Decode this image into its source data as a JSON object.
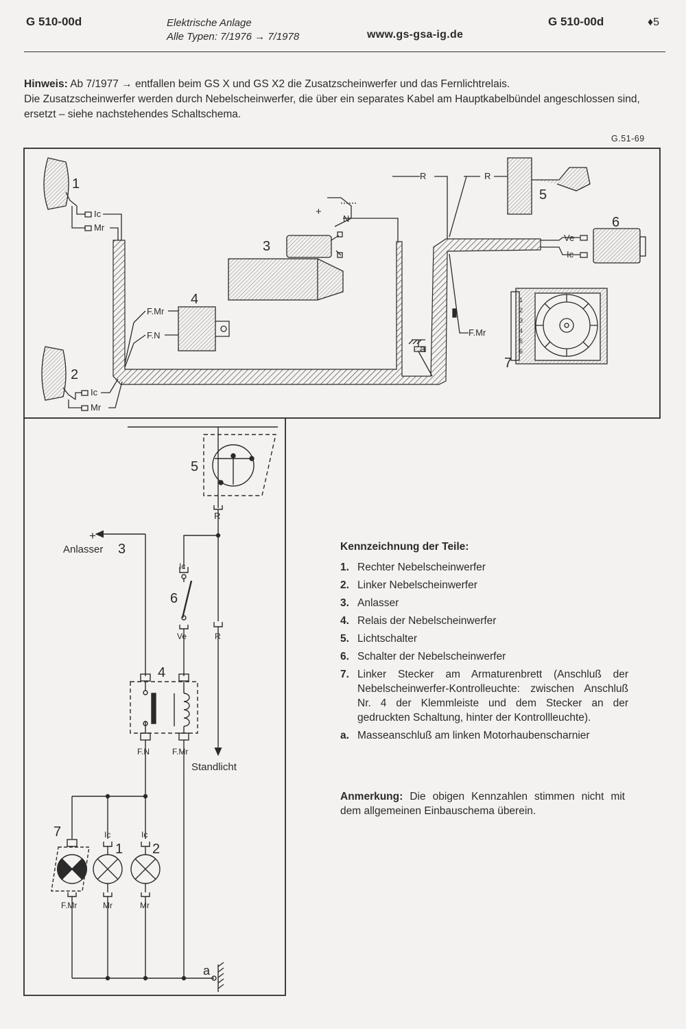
{
  "header": {
    "doc_code_left": "G 510-00d",
    "section_title": "Elektrische Anlage",
    "types_prefix": "Alle Typen: 7/1976",
    "types_arrow": "→",
    "types_end": "7/1978",
    "website": "www.gs-gsa-ig.de",
    "doc_code_right": "G 510-00d",
    "page_marker": "♦5"
  },
  "note": {
    "label": "Hinweis:",
    "line1": "Ab 7/1977 → entfallen beim GS X und GS X2 die Zusatzscheinwerfer und das Fernlichtrelais.",
    "line2": "Die Zusatzscheinwerfer werden durch Nebelscheinwerfer, die über ein separates Kabel am Hauptkabelbündel angeschlossen sind, ersetzt – siehe nachstehendes Schaltschema."
  },
  "figure_ref": "G.51-69",
  "diagram_labels": {
    "ic": "Ic",
    "mr": "Mr",
    "r": "R",
    "n": "N",
    "ve": "Ve",
    "fmr": "F.Mr",
    "fn": "F.N",
    "plus": "+",
    "a": "a",
    "anlasser": "Anlasser",
    "standlicht": "Standlicht",
    "n1": "1",
    "n2": "2",
    "n3": "3",
    "n4": "4",
    "n5": "5",
    "n6": "6",
    "n7": "7"
  },
  "legend": {
    "title": "Kennzeichnung der Teile:",
    "items": [
      {
        "num": "1.",
        "text": "Rechter Nebelscheinwerfer"
      },
      {
        "num": "2.",
        "text": "Linker Nebelscheinwerfer"
      },
      {
        "num": "3.",
        "text": "Anlasser"
      },
      {
        "num": "4.",
        "text": "Relais der Nebelscheinwerfer"
      },
      {
        "num": "5.",
        "text": "Lichtschalter"
      },
      {
        "num": "6.",
        "text": "Schalter der Nebelscheinwerfer"
      },
      {
        "num": "7.",
        "text": "Linker Stecker am Armaturenbrett (Anschluß der Nebelscheinwerfer-Kontrolleuchte: zwischen Anschluß Nr. 4 der Klemmleiste und dem Stecker an der gedruckten Schaltung, hinter der Kontrollleuchte)."
      },
      {
        "num": "a.",
        "text": "Masseanschluß am linken Motorhaubenscharnier"
      }
    ]
  },
  "remark": {
    "label": "Anmerkung:",
    "text": "Die obigen Kennzahlen stimmen nicht mit dem allgemeinen Einbauschema überein."
  }
}
